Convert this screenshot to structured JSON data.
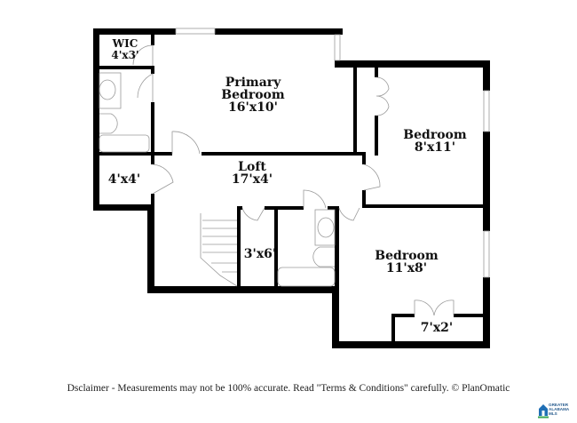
{
  "floorplan": {
    "rooms": [
      {
        "id": "wic",
        "name": "WIC",
        "size": "4'x3'"
      },
      {
        "id": "primary-bedroom",
        "name_line1": "Primary",
        "name_line2": "Bedroom",
        "size": "16'x10'"
      },
      {
        "id": "bedroom-2",
        "name": "Bedroom",
        "size": "8'x11'"
      },
      {
        "id": "closet-4x4",
        "name": "",
        "size": "4'x4'"
      },
      {
        "id": "loft",
        "name": "Loft",
        "size": "17'x4'"
      },
      {
        "id": "closet-3x6",
        "name": "",
        "size": "3'x6'"
      },
      {
        "id": "bedroom-3",
        "name": "Bedroom",
        "size": "11'x8'"
      },
      {
        "id": "closet-7x2",
        "name": "",
        "size": "7'x2'"
      }
    ],
    "colors": {
      "wall": "#000000",
      "fixture": "#9a9a9a",
      "background": "#ffffff"
    }
  },
  "footer": {
    "disclaimer": "Dsclaimer - Measurements may not be 100% accurate. Read \"Terms & Conditions\" carefully. © PlanOmatic",
    "logo": {
      "line1": "GREATER",
      "line2": "ALABAMA",
      "line3": "MLS",
      "colors": {
        "house": "#1f6fb5",
        "accent": "#3aa655"
      }
    }
  }
}
